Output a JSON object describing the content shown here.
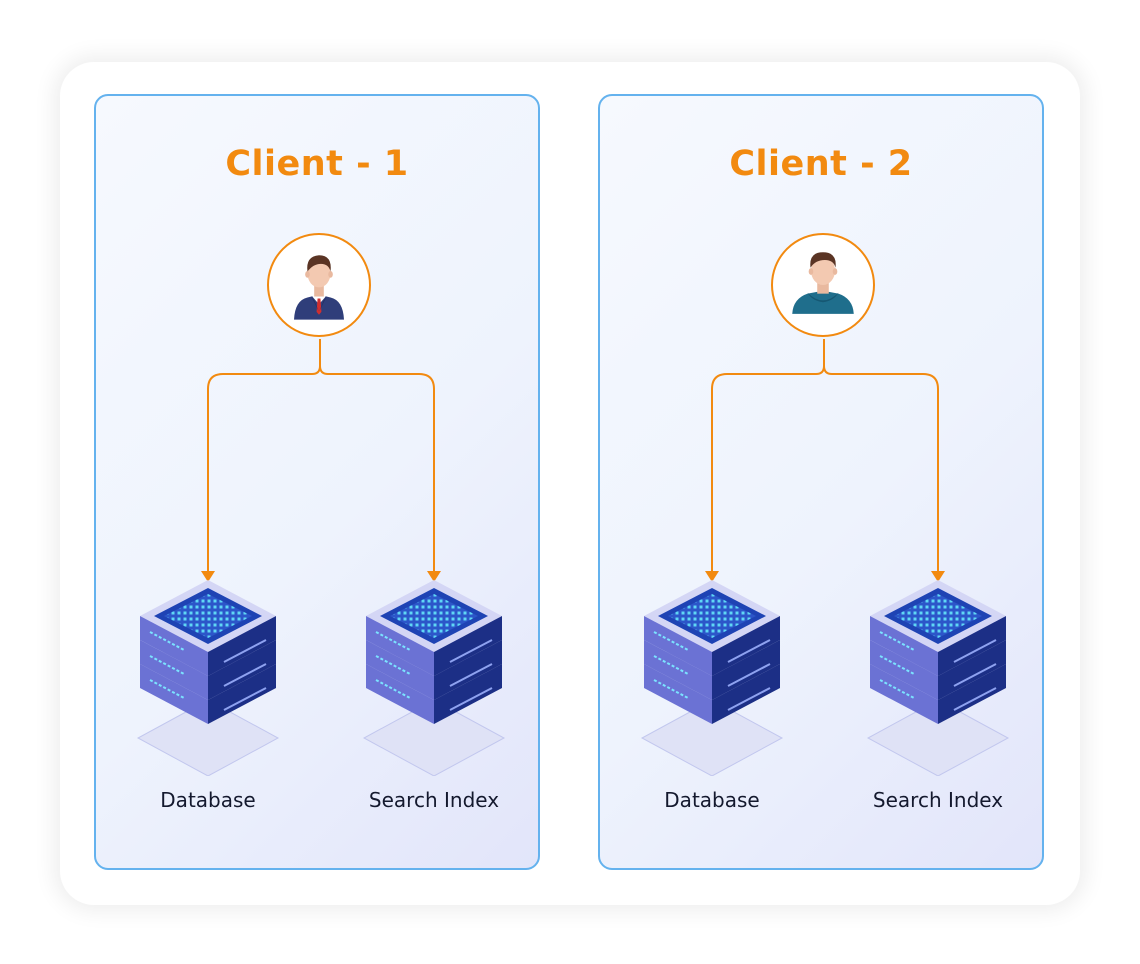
{
  "diagram": {
    "accent_color": "#f28a10",
    "panel_border_color": "#64b2ee",
    "clients": [
      {
        "title": "Client - 1",
        "avatar_icon": "businessman-avatar-icon",
        "nodes": [
          {
            "label": "Database",
            "icon": "server-stack-icon"
          },
          {
            "label": "Search Index",
            "icon": "server-stack-icon"
          }
        ]
      },
      {
        "title": "Client - 2",
        "avatar_icon": "hoodie-user-avatar-icon",
        "nodes": [
          {
            "label": "Database",
            "icon": "server-stack-icon"
          },
          {
            "label": "Search Index",
            "icon": "server-stack-icon"
          }
        ]
      }
    ]
  }
}
